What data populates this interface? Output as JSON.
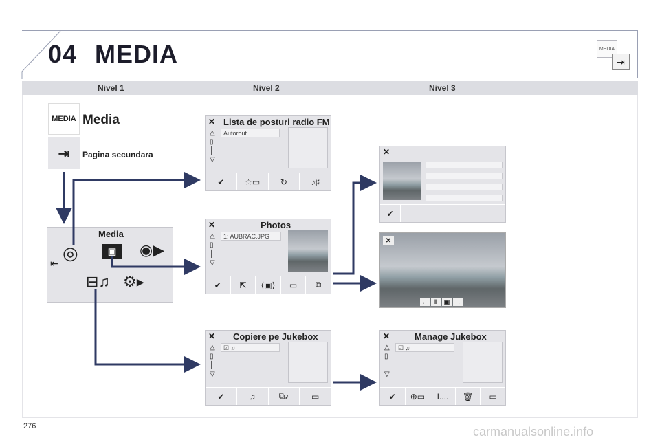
{
  "header": {
    "chapter": "04",
    "title": "MEDIA",
    "icon_label": "MEDIA"
  },
  "levels": [
    "Nivel 1",
    "Nivel 2",
    "Nivel 3"
  ],
  "level1": {
    "media_icon_label": "MEDIA",
    "media_title": "Media",
    "secondary_label": "Pagina secundara",
    "menu_title": "Media"
  },
  "panels": {
    "radio": {
      "title": "Lista de posturi radio FM",
      "field": "Autorout"
    },
    "photos": {
      "title": "Photos",
      "field": "1: AUBRAC.JPG"
    },
    "copy": {
      "title": "Copiere pe Jukebox"
    },
    "manage": {
      "title": "Manage Jukebox"
    }
  },
  "page_number": "276",
  "watermark": "carmanualsonline.info",
  "colors": {
    "arrow": "#2f3a63",
    "panel": "#e4e4e8",
    "header_bar": "#dcdde2"
  }
}
